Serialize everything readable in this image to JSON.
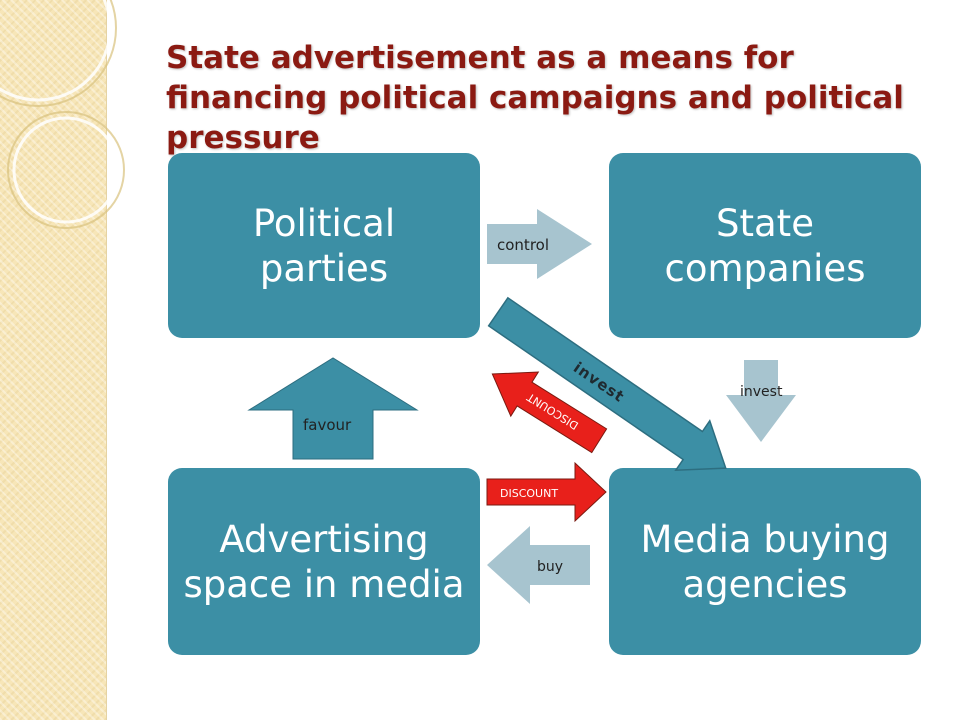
{
  "title": "State advertisement as a means for financing political campaigns and political pressure",
  "boxes": {
    "political_parties": "Political parties",
    "state_companies": "State companies",
    "advertising_space": "Advertising space in media",
    "media_buying": "Media buying agencies"
  },
  "arrows": {
    "control": "control",
    "invest_down": "invest",
    "invest_diagonal": "invest",
    "discount_diagonal": "DISCOUNT",
    "discount_right": "DISCOUNT",
    "buy": "buy",
    "favour": "favour"
  },
  "colors": {
    "box": "#3c8fa5",
    "arrow_light": "#a7c4cf",
    "arrow_red": "#e8201b",
    "title": "#8b1a12",
    "strip": "#f7e6b8"
  }
}
